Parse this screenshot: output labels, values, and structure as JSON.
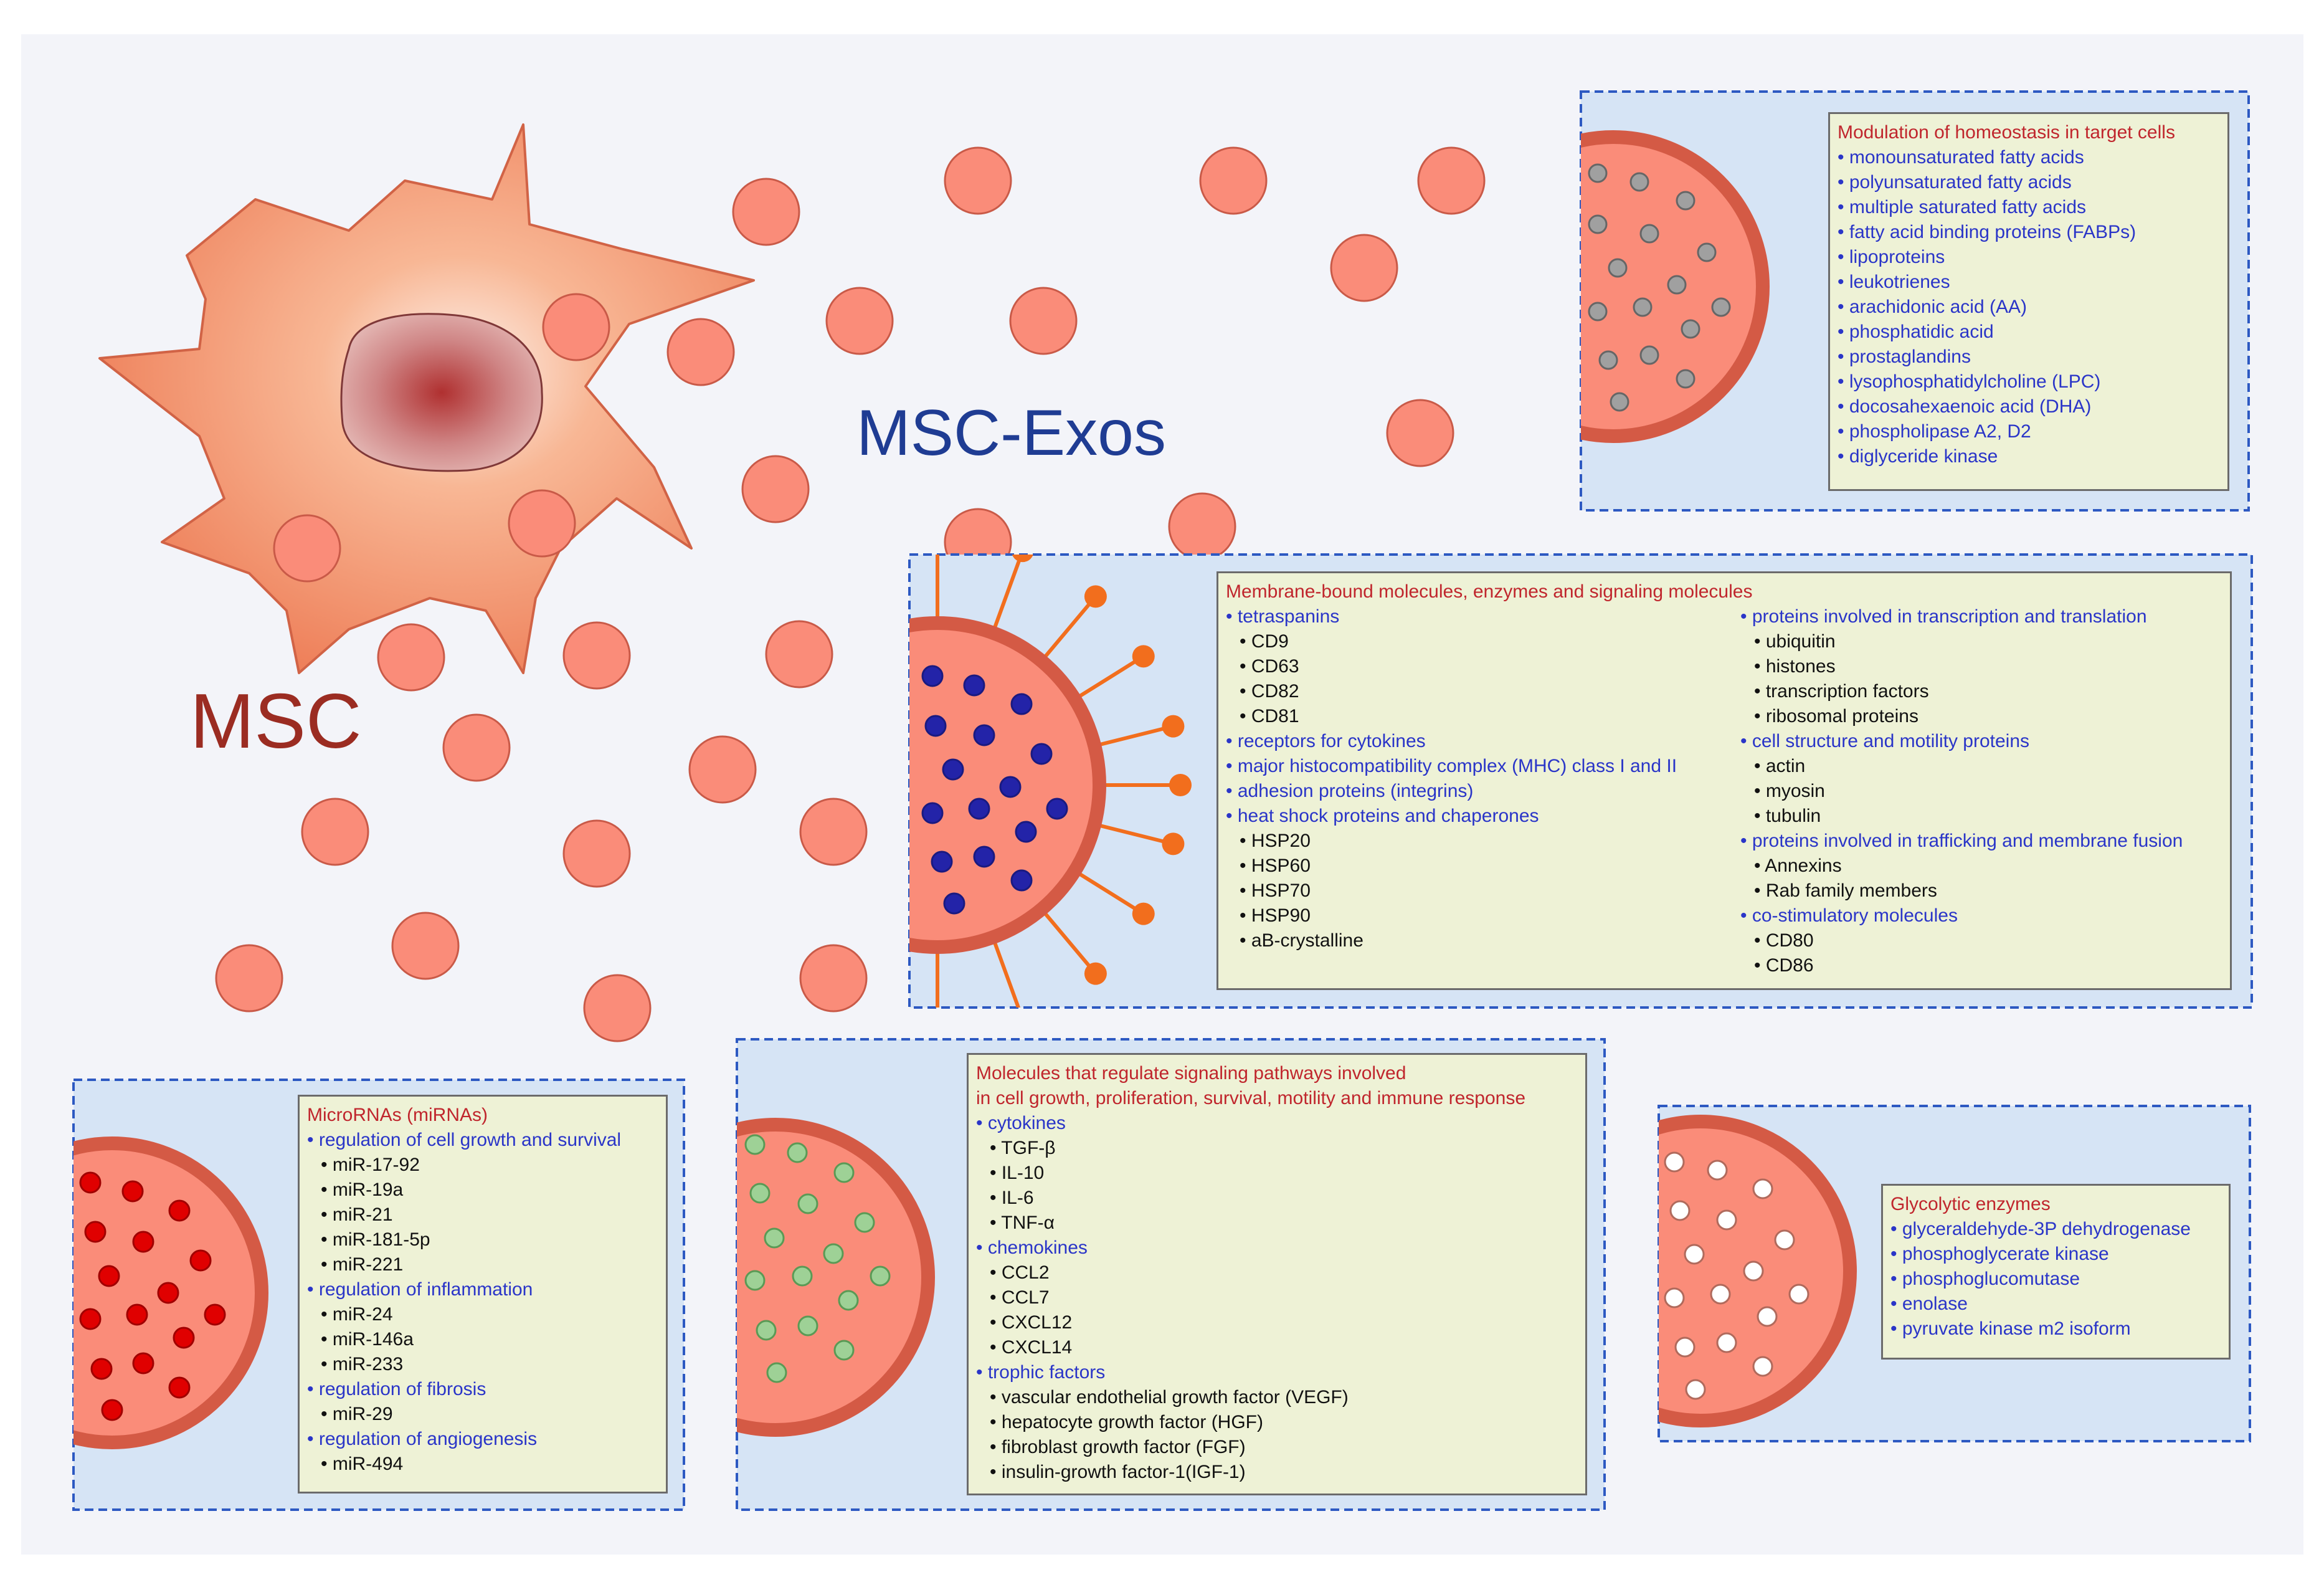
{
  "colors": {
    "background": "#f3f4f9",
    "panel": "#d6e4f5",
    "panel_border": "#2d59c2",
    "label_fill": "#eef2d6",
    "exosome_fill": "#fa8c79",
    "exosome_rim": "#d45a45",
    "cell_fill": "#f28a63",
    "nucleus": "#b43c3c",
    "heading_red": "#c0262d",
    "item_blue": "#2a35c8",
    "msc_exos_text": "#1f3c93",
    "msc_text": "#9b2c22"
  },
  "title": {
    "msc_exos": "MSC-Exos",
    "msc": "MSC"
  },
  "panels": {
    "lipids": {
      "cargo_icon": "grey-dots",
      "heading": "Modulation of homeostasis in target cells",
      "items": [
        "• monounsaturated fatty acids",
        "• polyunsaturated fatty acids",
        "• multiple saturated fatty acids",
        "• fatty acid binding proteins (FABPs)",
        "• lipoproteins",
        "• leukotrienes",
        "• arachidonic acid (AA)",
        "• phosphatidic acid",
        "• prostaglandins",
        "• lysophosphatidylcholine (LPC)",
        "• docosahexaenoic acid (DHA)",
        "• phospholipase A2, D2",
        "• diglyceride kinase"
      ]
    },
    "membrane": {
      "cargo_icon": "blue-dots-with-spikes",
      "heading": "Membrane-bound molecules, enzymes and signaling molecules",
      "left": [
        {
          "label": "• tetraspanins",
          "sub": [
            "• CD9",
            "• CD63",
            "• CD82",
            "• CD81"
          ]
        },
        {
          "label": "• receptors for cytokines",
          "sub": []
        },
        {
          "label": "• major histocompatibility complex (MHC) class I and II",
          "sub": []
        },
        {
          "label": "• adhesion proteins (integrins)",
          "sub": []
        },
        {
          "label": "• heat shock proteins and chaperones",
          "sub": [
            "• HSP20",
            "• HSP60",
            "• HSP70",
            "• HSP90",
            "• aB-crystalline"
          ]
        }
      ],
      "right": [
        {
          "label": "• proteins involved in transcription and translation",
          "sub": [
            "• ubiquitin",
            "• histones",
            "• transcription factors",
            "• ribosomal proteins"
          ]
        },
        {
          "label": "• cell structure and motility proteins",
          "sub": [
            "• actin",
            "• myosin",
            "• tubulin"
          ]
        },
        {
          "label": "• proteins involved in trafficking and membrane fusion",
          "sub": [
            "• Annexins",
            "• Rab family members"
          ]
        },
        {
          "label": "• co-stimulatory molecules",
          "sub": [
            "• CD80",
            "• CD86"
          ]
        }
      ]
    },
    "mirna": {
      "cargo_icon": "red-dots",
      "heading": "MicroRNAs (miRNAs)",
      "groups": [
        {
          "label": "• regulation of cell growth and survival",
          "sub": [
            "• miR-17-92",
            "• miR-19a",
            "• miR-21",
            "• miR-181-5p",
            "• miR-221"
          ]
        },
        {
          "label": "• regulation of inflammation",
          "sub": [
            "• miR-24",
            "• miR-146a",
            "• miR-233"
          ]
        },
        {
          "label": "• regulation of fibrosis",
          "sub": [
            "• miR-29"
          ]
        },
        {
          "label": "• regulation of angiogenesis",
          "sub": [
            "• miR-494"
          ]
        }
      ]
    },
    "signaling": {
      "cargo_icon": "green-dots",
      "heading_lines": [
        "Molecules that regulate signaling pathways involved",
        "in cell growth, proliferation, survival, motility and immune response"
      ],
      "groups": [
        {
          "label": "• cytokines",
          "sub": [
            "• TGF-β",
            "• IL-10",
            "• IL-6",
            "• TNF-α"
          ]
        },
        {
          "label": "• chemokines",
          "sub": [
            "• CCL2",
            "• CCL7",
            "• CXCL12",
            "• CXCL14"
          ]
        },
        {
          "label": "• trophic factors",
          "sub": [
            "• vascular endothelial growth factor (VEGF)",
            "• hepatocyte growth factor (HGF)",
            "• fibroblast growth factor (FGF)",
            "• insulin-growth factor-1(IGF-1)"
          ]
        }
      ]
    },
    "glyco": {
      "cargo_icon": "white-dots",
      "heading": "Glycolytic enzymes",
      "items": [
        "• glyceraldehyde-3P dehydrogenase",
        "• phosphoglycerate kinase",
        "• phosphoglucomutase",
        "• enolase",
        "• pyruvate kinase m2 isoform"
      ]
    }
  }
}
